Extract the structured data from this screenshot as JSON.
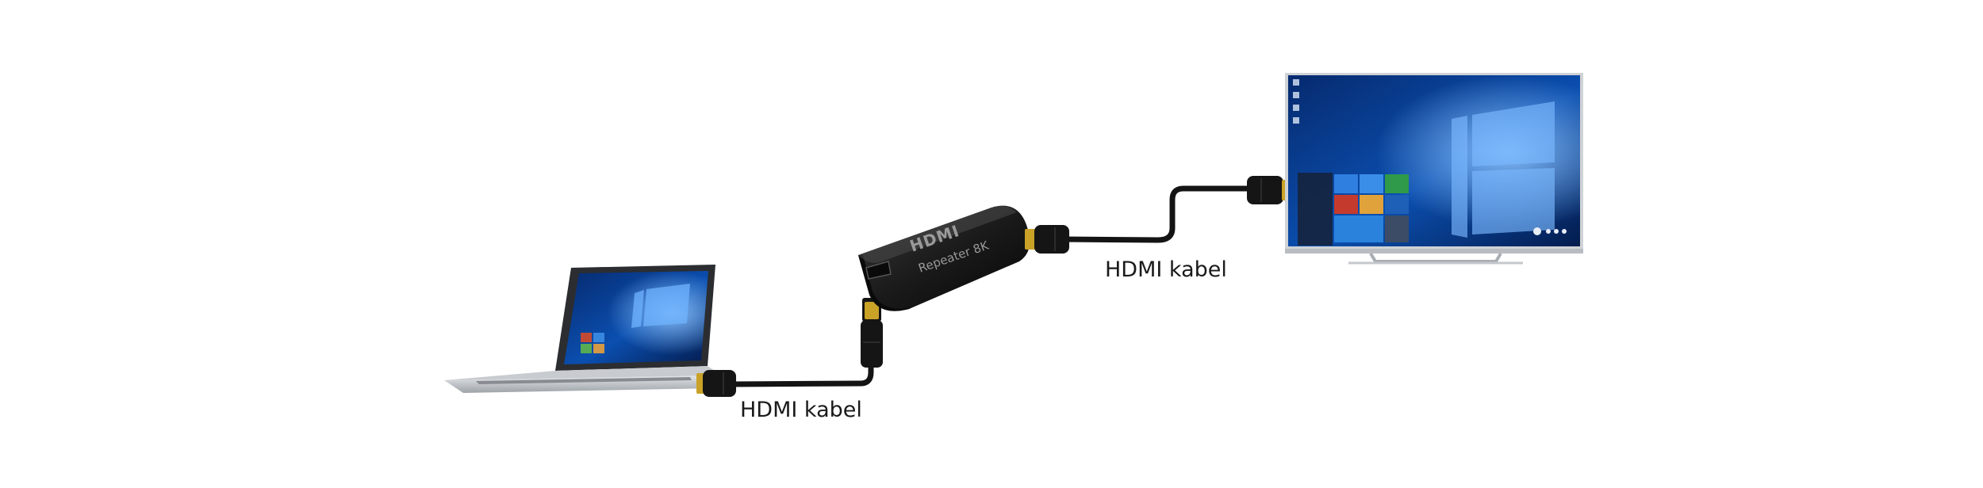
{
  "devices": {
    "source": {
      "icon": "laptop-icon"
    },
    "repeater": {
      "icon": "hdmi-repeater-icon",
      "brand": "HDMI",
      "model": "Repeater 8K"
    },
    "sink": {
      "icon": "tv-monitor-icon"
    }
  },
  "cables": [
    {
      "label": "HDMI kabel",
      "icon": "hdmi-cable-icon"
    },
    {
      "label": "HDMI kabel",
      "icon": "hdmi-cable-icon"
    }
  ],
  "colors": {
    "cable": "#141414",
    "connector_gold": "#c9a227",
    "screen_blue": "#0b3d8c",
    "repeater_body": "#1b1b1b"
  }
}
